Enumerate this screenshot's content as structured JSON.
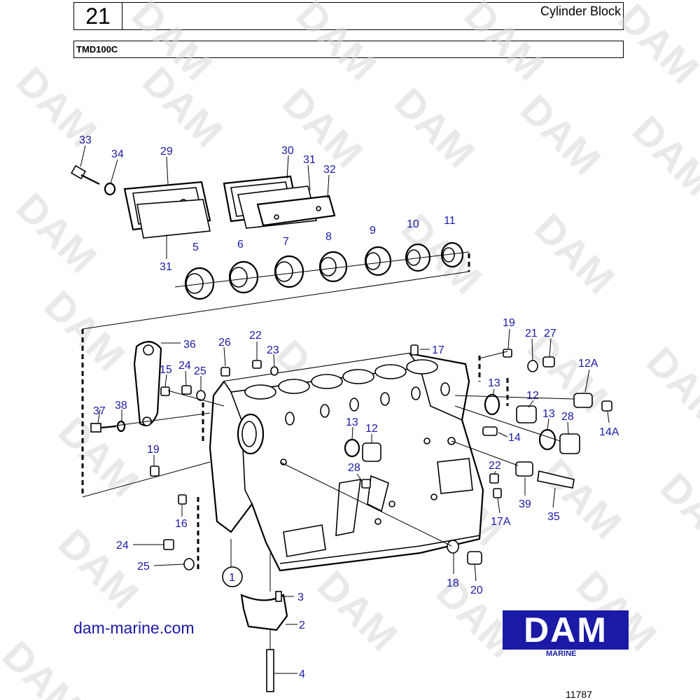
{
  "header": {
    "group_number": "21",
    "title": "Cylinder Block",
    "model": "TMD100C"
  },
  "watermark": {
    "text": "DAM",
    "color": "#d8d8d8"
  },
  "callouts": [
    {
      "id": "c33",
      "text": "33"
    },
    {
      "id": "c34",
      "text": "34"
    },
    {
      "id": "c29",
      "text": "29"
    },
    {
      "id": "c30",
      "text": "30"
    },
    {
      "id": "c31a",
      "text": "31"
    },
    {
      "id": "c32",
      "text": "32"
    },
    {
      "id": "c31b",
      "text": "31"
    },
    {
      "id": "c5",
      "text": "5"
    },
    {
      "id": "c6",
      "text": "6"
    },
    {
      "id": "c7",
      "text": "7"
    },
    {
      "id": "c8",
      "text": "8"
    },
    {
      "id": "c9",
      "text": "9"
    },
    {
      "id": "c10",
      "text": "10"
    },
    {
      "id": "c11",
      "text": "11"
    },
    {
      "id": "c36",
      "text": "36"
    },
    {
      "id": "c26",
      "text": "26"
    },
    {
      "id": "c22a",
      "text": "22"
    },
    {
      "id": "c23",
      "text": "23"
    },
    {
      "id": "c17",
      "text": "17"
    },
    {
      "id": "c19a",
      "text": "19"
    },
    {
      "id": "c21",
      "text": "21"
    },
    {
      "id": "c27",
      "text": "27"
    },
    {
      "id": "c12A",
      "text": "12A"
    },
    {
      "id": "c15",
      "text": "15"
    },
    {
      "id": "c24a",
      "text": "24"
    },
    {
      "id": "c25a",
      "text": "25"
    },
    {
      "id": "c13a",
      "text": "13"
    },
    {
      "id": "c12a",
      "text": "12"
    },
    {
      "id": "c13b",
      "text": "13"
    },
    {
      "id": "c28a",
      "text": "28"
    },
    {
      "id": "c37",
      "text": "37"
    },
    {
      "id": "c38",
      "text": "38"
    },
    {
      "id": "c13c",
      "text": "13"
    },
    {
      "id": "c12b",
      "text": "12"
    },
    {
      "id": "c14",
      "text": "14"
    },
    {
      "id": "c14A",
      "text": "14A"
    },
    {
      "id": "c19b",
      "text": "19"
    },
    {
      "id": "c28b",
      "text": "28"
    },
    {
      "id": "c22b",
      "text": "22"
    },
    {
      "id": "c39",
      "text": "39"
    },
    {
      "id": "c35",
      "text": "35"
    },
    {
      "id": "c17A",
      "text": "17A"
    },
    {
      "id": "c16",
      "text": "16"
    },
    {
      "id": "c24b",
      "text": "24"
    },
    {
      "id": "c25b",
      "text": "25"
    },
    {
      "id": "c1",
      "text": "1"
    },
    {
      "id": "c18",
      "text": "18"
    },
    {
      "id": "c20",
      "text": "20"
    },
    {
      "id": "c3",
      "text": "3"
    },
    {
      "id": "c2",
      "text": "2"
    },
    {
      "id": "c4",
      "text": "4"
    }
  ],
  "website": "dam-marine.com",
  "logo": {
    "text": "DAM",
    "subtext": "MARINE",
    "color": "#1a1aa6"
  },
  "drawing_number": "11787"
}
